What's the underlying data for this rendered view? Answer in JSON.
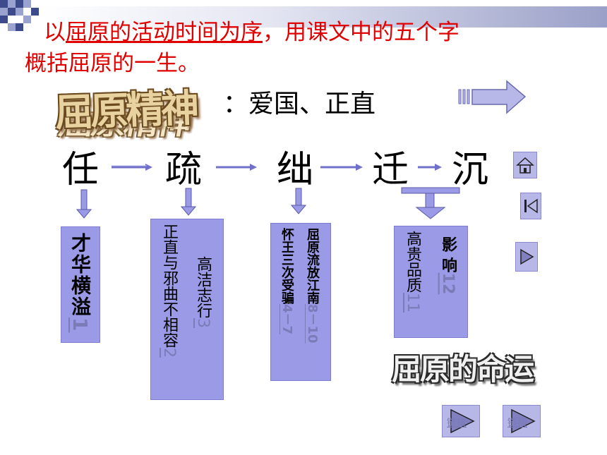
{
  "intro": {
    "prefix": "以",
    "underlined": "屈原的活动时间为序",
    "suffix": "，用课文中的五个字",
    "line2": "概括屈原的一生。"
  },
  "spirit": {
    "art_title": "屈原精神",
    "text": "：爱国、正直"
  },
  "stages": {
    "s1": "任",
    "s2": "疏",
    "s3": "绌",
    "s4": "迁",
    "s5": "沉"
  },
  "box1": {
    "text": "才华横溢",
    "num": "1"
  },
  "box2": {
    "col_a": "高洁志行",
    "num_a": "3",
    "col_b": "正直与邪曲不相容",
    "num_b": "2"
  },
  "box3": {
    "col_a": "屈原流放江南",
    "num_a": "8－10",
    "col_b": "怀王三次受骗",
    "num_b": "4－7"
  },
  "box4": {
    "col_a": "影 响",
    "num_a": "12",
    "col_b": "高贵品质",
    "num_b": "11"
  },
  "fate": {
    "art_title": "屈原的命运"
  },
  "buttons": {
    "btn1_label": "链接",
    "btn2_label": "链接"
  },
  "colors": {
    "intro": "#e00000",
    "box": "#9a9ae6",
    "arrow": "#8c8ce0",
    "button": "#b7b7e8"
  },
  "icons": [
    "home-icon",
    "first-slide-icon",
    "play-icon",
    "big-right-arrow-icon"
  ]
}
